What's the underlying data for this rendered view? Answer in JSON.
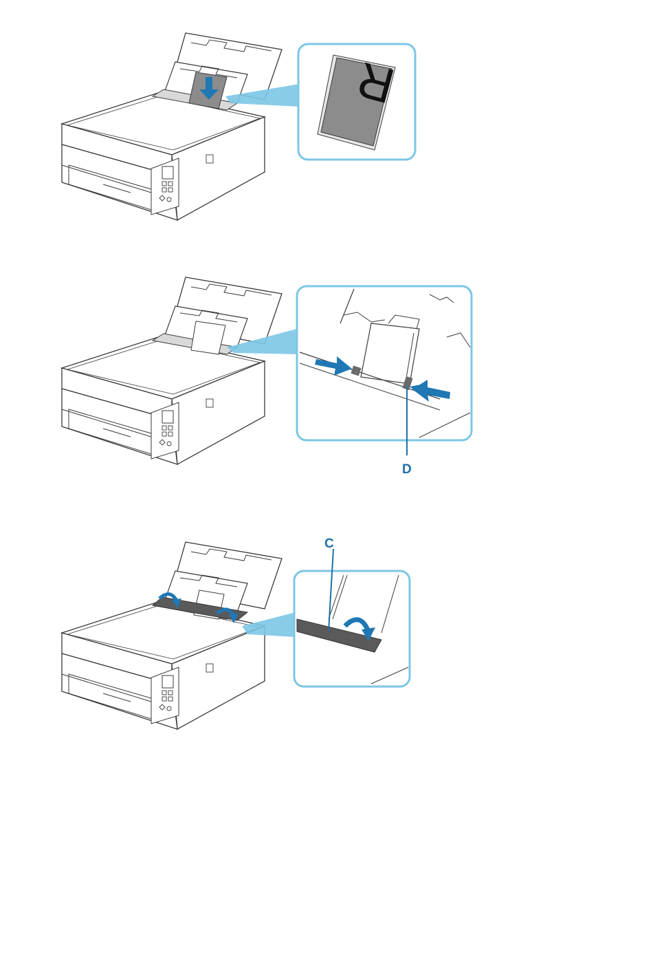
{
  "colors": {
    "callout_blue": "#7cc6e6",
    "arrow_blue": "#1f78b4",
    "label_blue": "#1f6fa8",
    "line": "#3a3a3a",
    "paper_gray": "#8c8c8c",
    "dark_cover": "#5a5a5a"
  },
  "steps": [
    {
      "id": "step-1",
      "description_icon": "paper-insert-icon",
      "inset_letter": "R"
    },
    {
      "id": "step-2",
      "description_icon": "paper-guide-icon",
      "label": "D"
    },
    {
      "id": "step-3",
      "description_icon": "feed-slot-cover-icon",
      "label": "C"
    }
  ]
}
